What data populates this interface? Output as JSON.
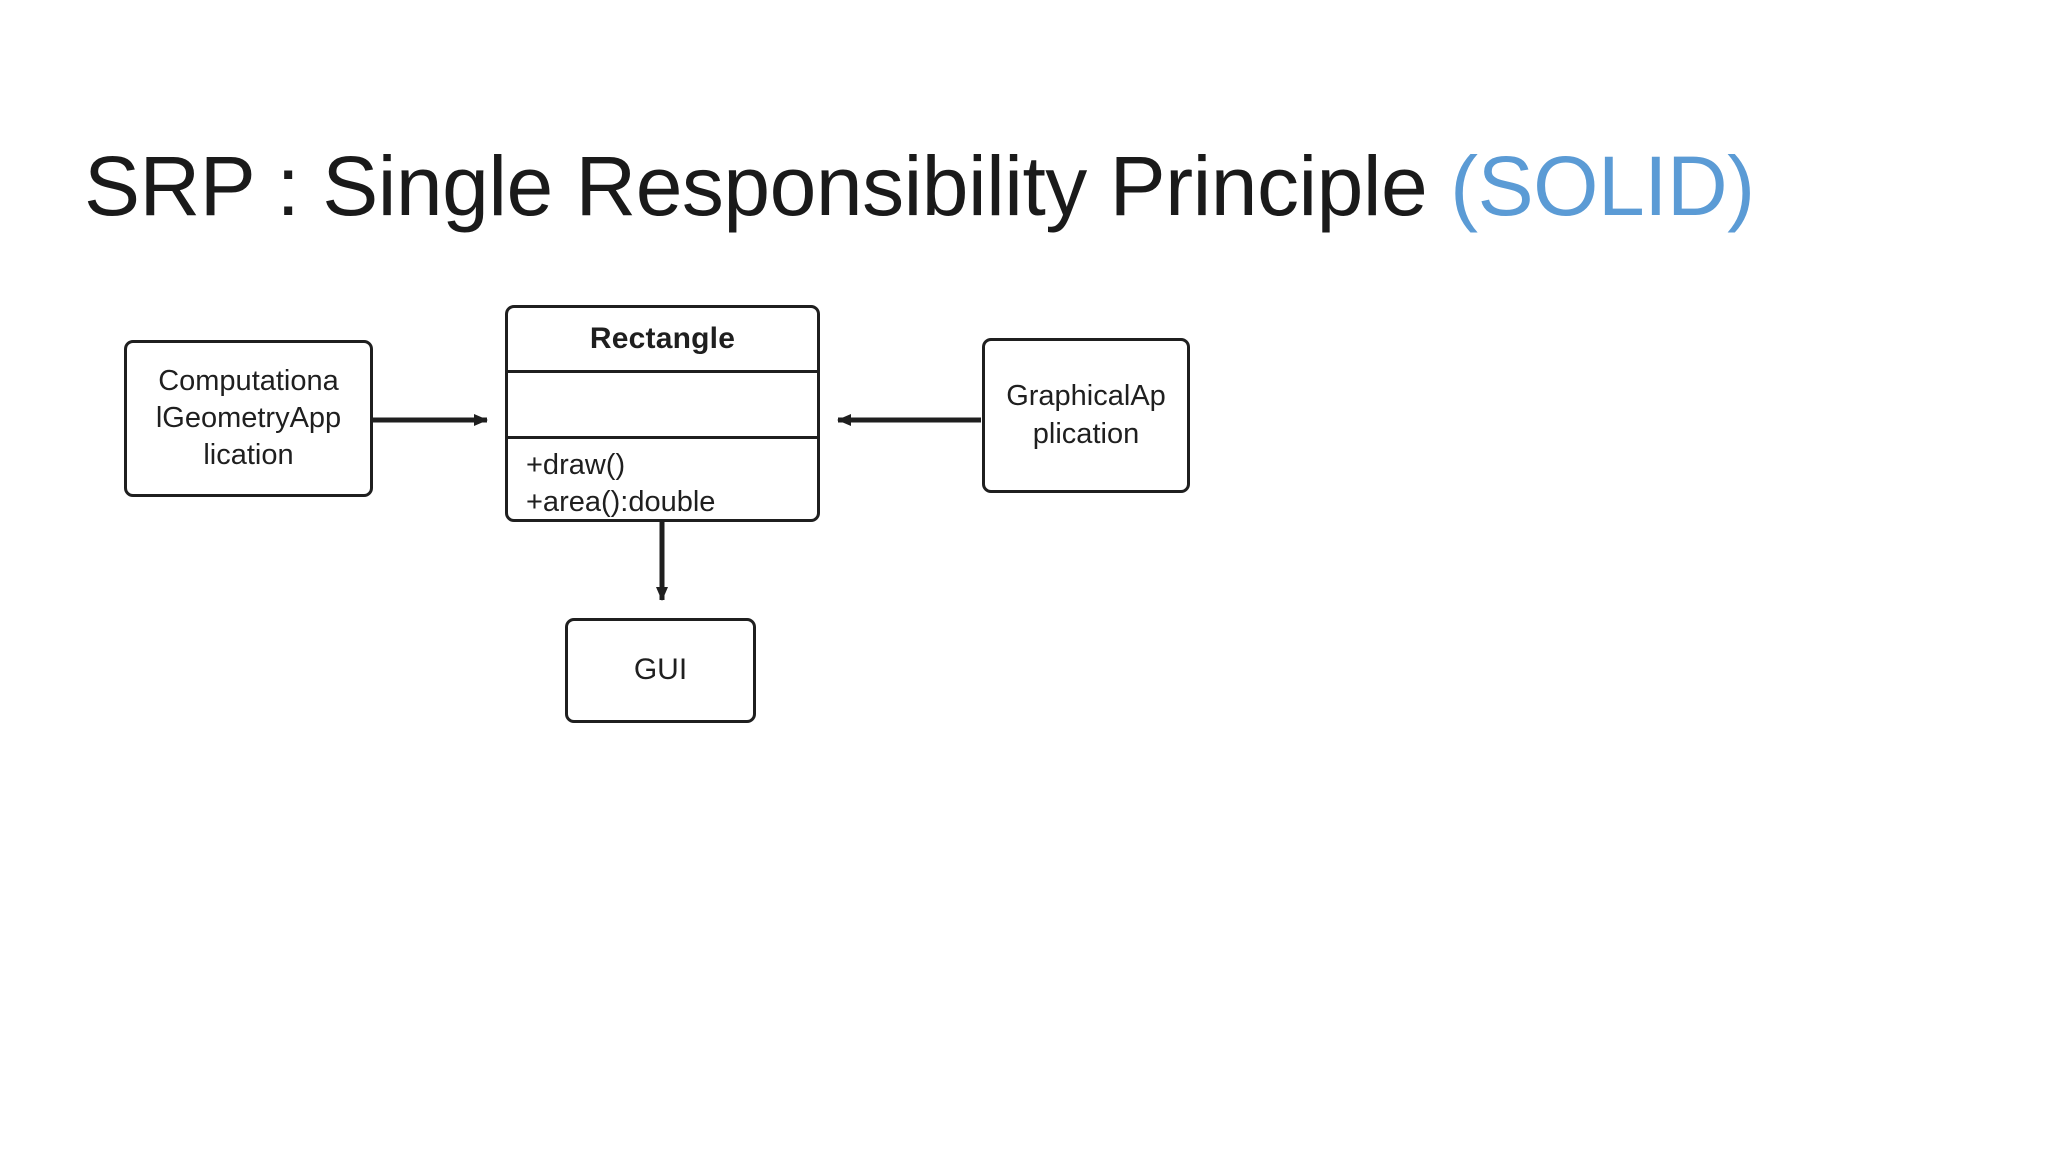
{
  "slide": {
    "title_main": "SRP : Single Responsibility Principle ",
    "title_accent": "(SOLID)",
    "accent_color": "#5B9BD5",
    "text_color": "#1a1a1a",
    "background_color": "#ffffff"
  },
  "diagram": {
    "type": "uml-class-diagram",
    "boxes": [
      {
        "id": "cga",
        "label": "Computationa\nlGeometryApp\nlication",
        "full_name": "ComputationalGeometryApplication",
        "shape": "rounded-rectangle"
      },
      {
        "id": "rectangle",
        "label": "Rectangle",
        "shape": "uml-class",
        "attributes": [],
        "operations": [
          "+draw()",
          "+area():double"
        ]
      },
      {
        "id": "ga",
        "label": "GraphicalAp\nplication",
        "full_name": "GraphicalApplication",
        "shape": "rounded-rectangle"
      },
      {
        "id": "gui",
        "label": "GUI",
        "shape": "rounded-rectangle"
      }
    ],
    "connectors": [
      {
        "id": "cga-to-rectangle",
        "from": "cga",
        "to": "rectangle",
        "arrow": "filled-triangle",
        "direction": "right"
      },
      {
        "id": "ga-to-rectangle",
        "from": "ga",
        "to": "rectangle",
        "arrow": "filled-triangle",
        "direction": "left"
      },
      {
        "id": "rectangle-to-gui",
        "from": "rectangle",
        "to": "gui",
        "arrow": "filled-triangle",
        "direction": "down"
      }
    ],
    "line_color": "#1f1f1f"
  }
}
